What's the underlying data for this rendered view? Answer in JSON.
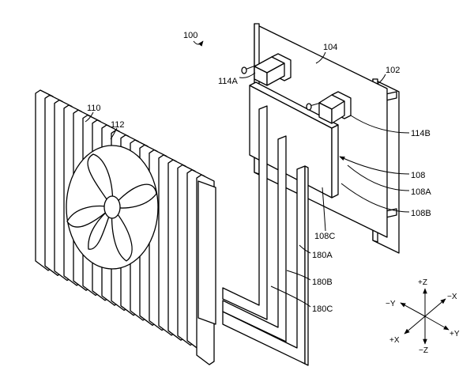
{
  "figure": {
    "ref_assembly": "100",
    "labels": {
      "board_104": "104",
      "board_102": "102",
      "heatsink": "110",
      "fan": "112",
      "connector_a": "114A",
      "connector_b": "114B",
      "module": "108",
      "module_a": "108A",
      "module_b": "108B",
      "module_c": "108C",
      "pipe_a": "180A",
      "pipe_b": "180B",
      "pipe_c": "180C"
    },
    "axes": {
      "pos_z": "+Z",
      "neg_z": "−Z",
      "pos_x": "+X",
      "neg_x": "−X",
      "pos_y": "+Y",
      "neg_y": "−Y"
    }
  }
}
